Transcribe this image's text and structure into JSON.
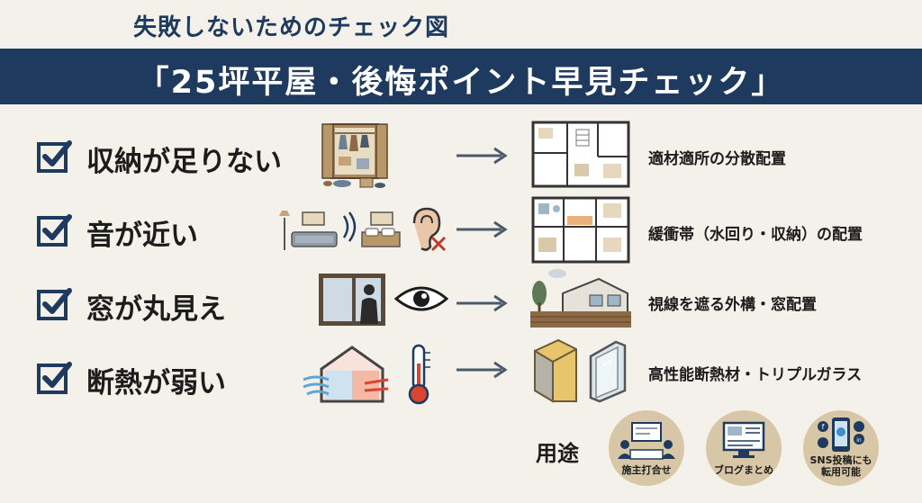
{
  "header": {
    "subtitle": "失敗しないためのチェック図",
    "title": "「25坪平屋・後悔ポイント早見チェック」"
  },
  "rows": [
    {
      "label": "収納が足りない",
      "solution": "適材適所の分散配置"
    },
    {
      "label": "音が近い",
      "solution": "緩衝帯（水回り・収納）の配置"
    },
    {
      "label": "窓が丸見え",
      "solution": "視線を遮る外構・窓配置"
    },
    {
      "label": "断熱が弱い",
      "solution": "高性能断熱材・トリプルガラス"
    }
  ],
  "uses": {
    "label": "用途",
    "items": [
      {
        "label": "施主打合せ",
        "icon": "meeting-icon"
      },
      {
        "label": "ブログまとめ",
        "icon": "monitor-icon"
      },
      {
        "label_line1": "SNS投稿にも",
        "label_line2": "転用可能",
        "icon": "smartphone-icon"
      }
    ]
  },
  "colors": {
    "navy": "#1f3a5f",
    "background": "#f4f1ea",
    "circle": "#d8c7a6",
    "red_accent": "#c0392b"
  }
}
